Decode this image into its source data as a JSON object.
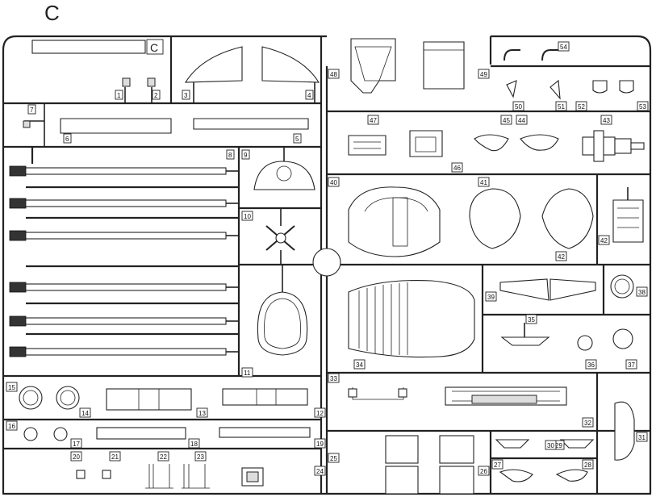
{
  "sheet": {
    "letter": "C",
    "frame_tag": "C"
  },
  "part_numbers": [
    "1",
    "2",
    "3",
    "4",
    "5",
    "6",
    "7",
    "8",
    "9",
    "10",
    "11",
    "12",
    "13",
    "14",
    "15",
    "16",
    "17",
    "18",
    "19",
    "20",
    "21",
    "22",
    "23",
    "24",
    "25",
    "26",
    "27",
    "28",
    "29",
    "30",
    "31",
    "32",
    "33",
    "34",
    "35",
    "36",
    "37",
    "38",
    "39",
    "40",
    "41",
    "42",
    "42",
    "43",
    "44",
    "45",
    "46",
    "47",
    "48",
    "49",
    "50",
    "51",
    "52",
    "53",
    "54"
  ],
  "colors": {
    "line": "#222222",
    "plastic": "#ffffff",
    "shade": "#dddddd"
  }
}
